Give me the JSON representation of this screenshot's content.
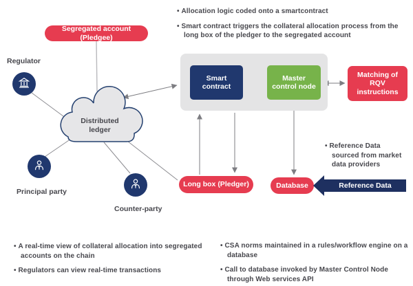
{
  "colors": {
    "red": "#e63c50",
    "navy": "#20386e",
    "arrow_navy": "#1e3060",
    "green": "#77b34a",
    "container_gray": "#e4e4e5",
    "cloud_fill": "#e6e6e8",
    "text": "#47474d",
    "connector_gray": "#7d7d82"
  },
  "top_notes": [
    "Allocation logic coded onto a smartcontract",
    "Smart contract triggers the collateral allocation process from the long box of the pledger to the segregated account"
  ],
  "nodes": {
    "segregated_account": "Segregated account (Pledgee)",
    "distributed_ledger": "Distributed ledger",
    "smart_contract": "Smart contract",
    "master_control_node": "Master control node",
    "matching_rqv": "Matching of RQV instructions",
    "long_box": "Long box (Pledger)",
    "database": "Database",
    "reference_data_arrow": "Reference Data"
  },
  "actors": [
    {
      "label": "Regulator",
      "icon": "bank-icon"
    },
    {
      "label": "Principal party",
      "icon": "person-icon"
    },
    {
      "label": "Counter-party",
      "icon": "person-icon"
    }
  ],
  "side_note": "Reference Data sourced from market data providers",
  "bottom_left_notes": [
    "A real-time view of collateral allocation into segregated accounts on the chain",
    "Regulators can view real-time transactions"
  ],
  "bottom_right_notes": [
    "CSA norms maintained in a rules/workflow engine on a database",
    "Call to database invoked by Master Control Node through Web services API"
  ]
}
